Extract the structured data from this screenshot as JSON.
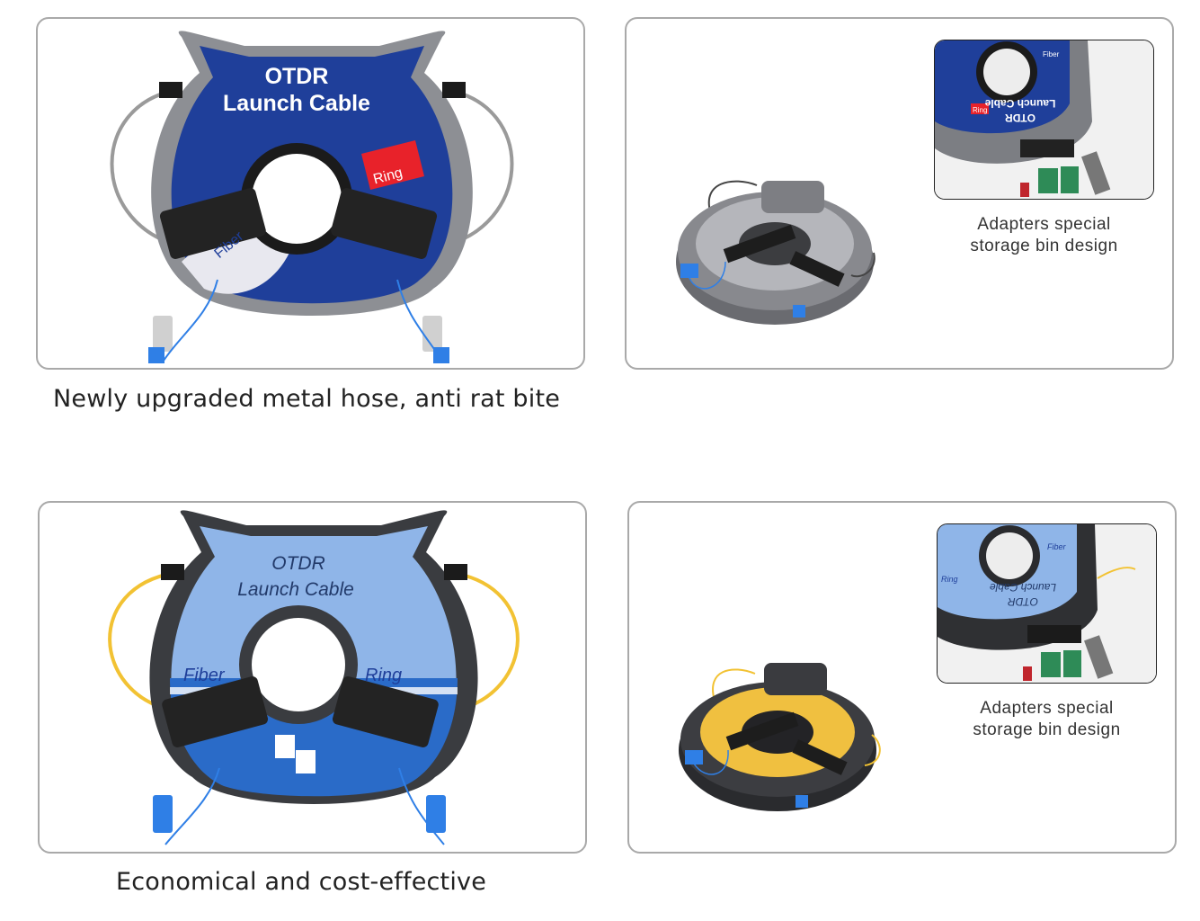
{
  "panels": [
    {
      "reel": {
        "title_line1": "OTDR",
        "title_line2": "Launch Cable",
        "label_left": "Fiber",
        "label_right": "Ring",
        "color_face": "#1f3f9a",
        "color_frame": "#8d8f94",
        "color_cable": "#9a9a9a"
      },
      "caption": "Newly upgraded metal hose, anti rat bite"
    },
    {
      "inset_caption_line1": "Adapters special",
      "inset_caption_line2": "storage bin design",
      "inset_reel": {
        "title_line1": "OTDR",
        "title_line2": "Launch Cable",
        "label_left": "Fiber",
        "label_right": "Ring"
      }
    },
    {
      "reel": {
        "title_line1": "OTDR",
        "title_line2": "Launch Cable",
        "label_left": "Fiber",
        "label_right": "Ring",
        "color_face": "#2a6bc8",
        "color_frame": "#3a3c40",
        "color_cable": "#f2c233"
      },
      "caption": "Economical and cost-effective"
    },
    {
      "inset_caption_line1": "Adapters special",
      "inset_caption_line2": "storage bin design",
      "inset_reel": {
        "title_line1": "OTDR",
        "title_line2": "Launch Cable",
        "label_left": "Fiber",
        "label_right": "Ring"
      }
    }
  ]
}
